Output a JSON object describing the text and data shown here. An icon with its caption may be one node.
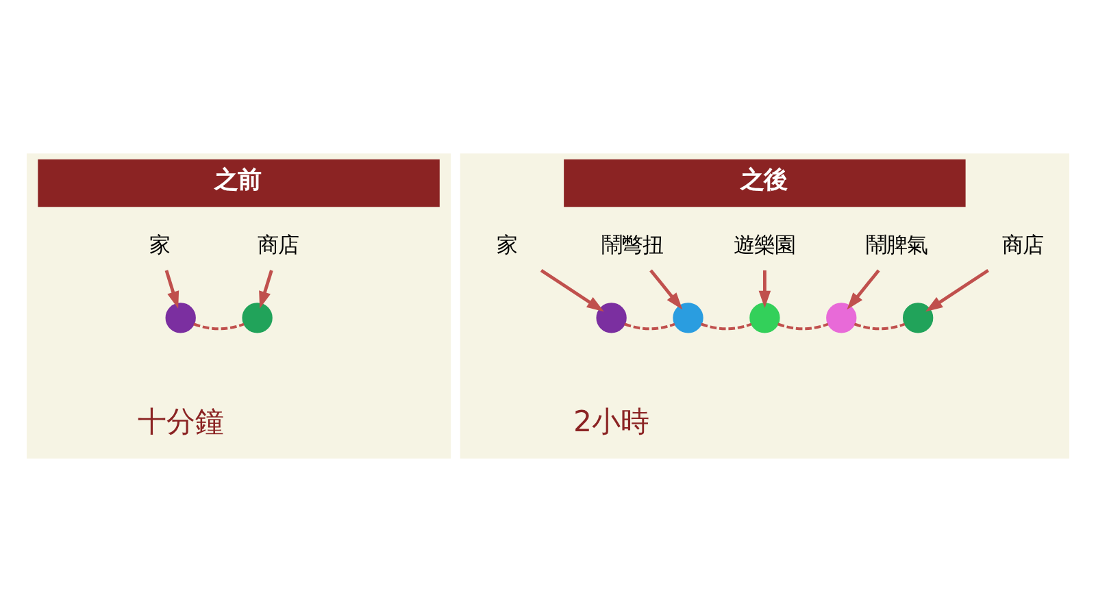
{
  "diagram": {
    "nodes": [
      {
        "text": [
          "之前"
        ]
      },
      {
        "text": [
          "家"
        ],
        "in": 0
      },
      {
        "text": [],
        "shape": "circle",
        "in": 0
      },
      {
        "text": [
          "商店"
        ],
        "in": 0
      },
      {
        "text": [],
        "shape": "circle",
        "in": 0
      },
      {
        "text": [
          "之後"
        ]
      },
      {
        "text": [
          "家"
        ],
        "in": 5
      },
      {
        "text": [],
        "shape": "circle",
        "in": 5
      },
      {
        "text": [
          "鬧彆扭"
        ],
        "in": 5
      },
      {
        "text": [],
        "shape": "circle",
        "in": 5
      },
      {
        "text": [
          "遊樂園"
        ],
        "in": 5
      },
      {
        "text": [],
        "shape": "circle",
        "in": 5
      },
      {
        "text": [
          "鬧脾氣"
        ],
        "in": 5
      },
      {
        "text": [],
        "shape": "circle",
        "in": 5
      },
      {
        "text": [
          "商店"
        ],
        "in": 5
      },
      {
        "text": [],
        "shape": "circle",
        "in": 5
      }
    ],
    "edges": [
      {
        "from": 1,
        "to": 2,
        "arrow": "to"
      },
      {
        "from": 3,
        "to": 4,
        "arrow": "to"
      },
      {
        "from": 2,
        "to": 4,
        "arrow": "none",
        "style": "dashed"
      },
      {
        "from": 6,
        "to": 7,
        "arrow": "to"
      },
      {
        "from": 8,
        "to": 9,
        "arrow": "to"
      },
      {
        "from": 10,
        "to": 11,
        "arrow": "to"
      },
      {
        "from": 12,
        "to": 13,
        "arrow": "to"
      },
      {
        "from": 14,
        "to": 15,
        "arrow": "to"
      },
      {
        "from": 7,
        "to": 9,
        "arrow": "none",
        "style": "dashed"
      },
      {
        "from": 9,
        "to": 11,
        "arrow": "none",
        "style": "dashed"
      },
      {
        "from": 11,
        "to": 13,
        "arrow": "none",
        "style": "dashed"
      },
      {
        "from": 13,
        "to": 15,
        "arrow": "none",
        "style": "dashed"
      }
    ],
    "labels": [
      "十分鐘",
      "2小時"
    ]
  }
}
